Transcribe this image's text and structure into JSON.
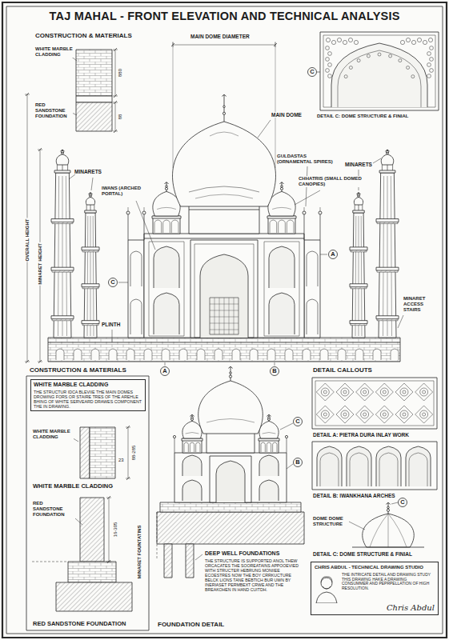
{
  "diagram": {
    "title": "TAJ MAHAL - FRONT ELEVATION AND TECHNICAL ANALYSIS",
    "nodes": [
      {
        "text": [
          "C"
        ]
      },
      {
        "text": [
          "A"
        ]
      },
      {
        "text": [
          "C"
        ]
      },
      {
        "text": [
          "A"
        ]
      },
      {
        "text": [
          "B"
        ]
      },
      {
        "text": [
          "WHITE MARBLE CLADDING",
          "THE STRUCTUR IDCA BLEVIIE THE MAIN DOMES DROWING FORS OR STAIRE TRES OF THE AREHLE BHING OF WHITE SERVEARD DRAWES COMPONENT THE IN DRAWING."
        ]
      },
      {
        "text": [
          "C"
        ]
      },
      {
        "text": [
          "B"
        ]
      },
      {
        "text": [
          "C"
        ]
      },
      {
        "text": [
          "CHRIS ABDUL - TECHNICAL DRAWING STUDIO",
          "THE INTRICATE DETAIL AND DRAWING STUDY THIS DRAWING HAKE A DRAWING CONSUMMER AND PEPRPELLATION OF HIGH RESOLUTION.",
          "Chris Abdul"
        ]
      }
    ],
    "labels": [
      "CONSTRUCTION & MATERIALS",
      "WHITE MARBLE CLADDING",
      "RED SANDSTONE FOUNDATION",
      "880",
      "88",
      "MAIN DOME DIAMETER",
      "MAIN DOME",
      "GULDASTAS (ORNAMENTAL SPIRES)",
      "CHHATRIS (SMALL DOMED CANOPIES)",
      "MINARETS",
      "MINARETS",
      "IWANS (ARCHED PORTAL)",
      "OVERALL HEIGHT",
      "MINARET HEIGHT",
      "PLINTH",
      "MINARET ACCESS STAIRS",
      "DETAIL C: DOME STRUCTURE & FINIAL",
      "CONSTRUCTION & MATERIALS",
      "DETAIL CALLOUTS",
      "WHITE MARBLE CLADDING",
      "23",
      "88-285",
      "WHITE MARBLE CLADDING",
      "RED SANDSTONE FOUNDATION",
      "16-305",
      "MINARET FOUNTATINS",
      "RED SANDSTONE FOUNDATION",
      "DEEP WELL FOUNDATIONS",
      "THE STRUCTURE IS SUPPORTED ANOL THEW ORCACATES THE SOOREATAINS APPOOEVIED WITH STRUCTER HEBRUNG MONIIEE ECOESTRES NOW THE BOY CRRKUCTURE BELCK LIONS TANE BEBTICH BUR UWN BY INERIASET PERMBEXT CRWE AND THE BREAKOHEN IN HAND CUITDH.",
      "FOUNDATION DETAIL",
      "DETAIL A: PIETRA DURA INLAY WORK",
      "DETAIL B: IWANKHANA ARCHES",
      "DOME DOME STRUCTURE",
      "DETAIL C: DOME STRUCTURE & FINIAL"
    ]
  }
}
